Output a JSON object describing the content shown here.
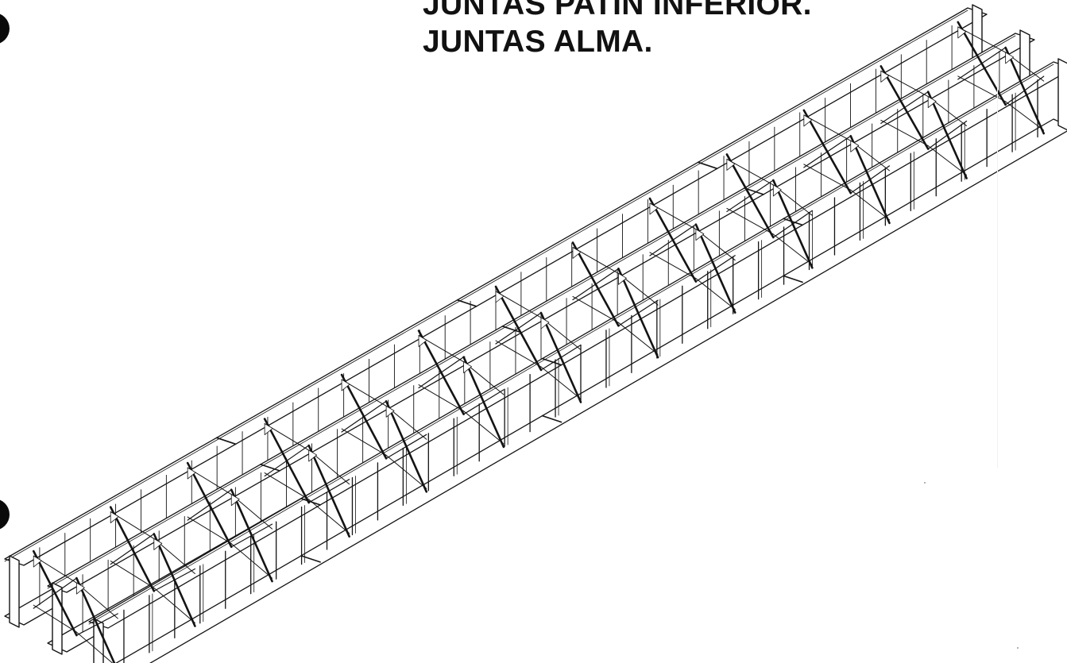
{
  "drawing": {
    "title_lines": [
      "JUNTAS PATIN INFERIOR.",
      "JUNTAS ALMA."
    ],
    "subject": "isometric view of steel plate-girder span with cross frames",
    "girder_count": 3,
    "line_color": "#141414",
    "paper_color": "#ffffff"
  }
}
